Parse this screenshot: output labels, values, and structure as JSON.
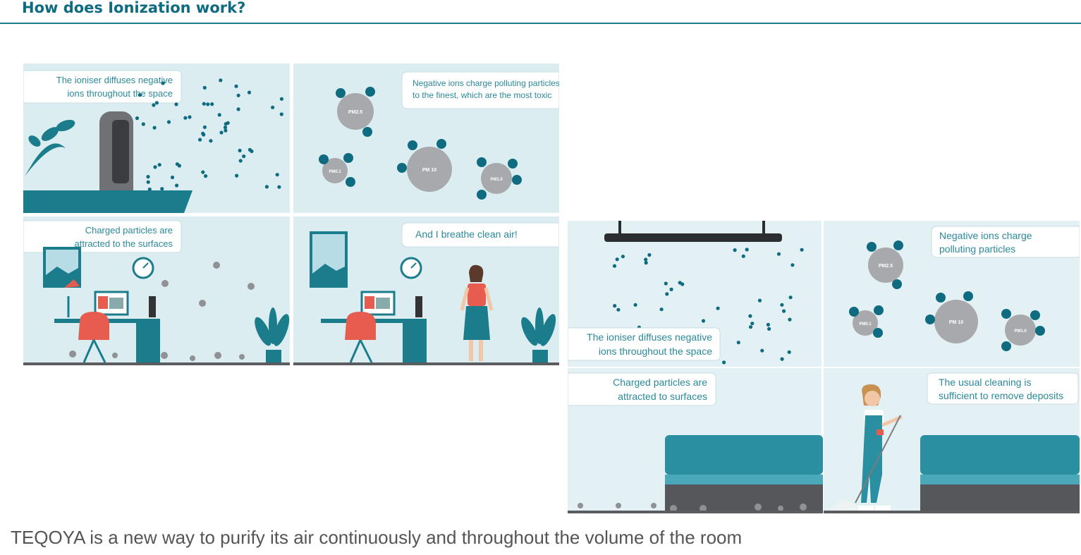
{
  "page": {
    "title": "How does Ionization work?",
    "caption": "TEQOYA is a new way to purify its air continuously and throughout the volume of the room"
  },
  "left_illustration": {
    "p1": {
      "l1": "The ioniser diffuses negative",
      "l2": "ions throughout the space"
    },
    "p2": {
      "l1": "Negative ions charge polluting particles",
      "l2": "to the finest, which are the most toxic"
    },
    "p3": {
      "l1": "Charged particles are",
      "l2": "attracted to the surfaces"
    },
    "p4": {
      "l1": "And I breathe clean air!"
    },
    "particles": {
      "pm25": "PM2.5",
      "pm01": "PM0.1",
      "pm10": "PM 10",
      "pm10b": "PM1.0"
    }
  },
  "right_illustration": {
    "p1": {
      "l1": "The ioniser diffuses negative",
      "l2": "ions throughout the space"
    },
    "p2": {
      "l1": "Negative ions charge",
      "l2": "polluting particles"
    },
    "p3": {
      "l1": "Charged particles are",
      "l2": "attracted to surfaces"
    },
    "p4": {
      "l1": "The usual cleaning is",
      "l2": "sufficient to remove deposits"
    },
    "particles": {
      "pm25": "PM2.5",
      "pm01": "PM0.1",
      "pm10": "PM 10",
      "pm10b": "PM1.0"
    }
  },
  "colors": {
    "teal": "#0e6b80",
    "light_bg": "#dcedf1",
    "accent_red": "#e85c50"
  }
}
